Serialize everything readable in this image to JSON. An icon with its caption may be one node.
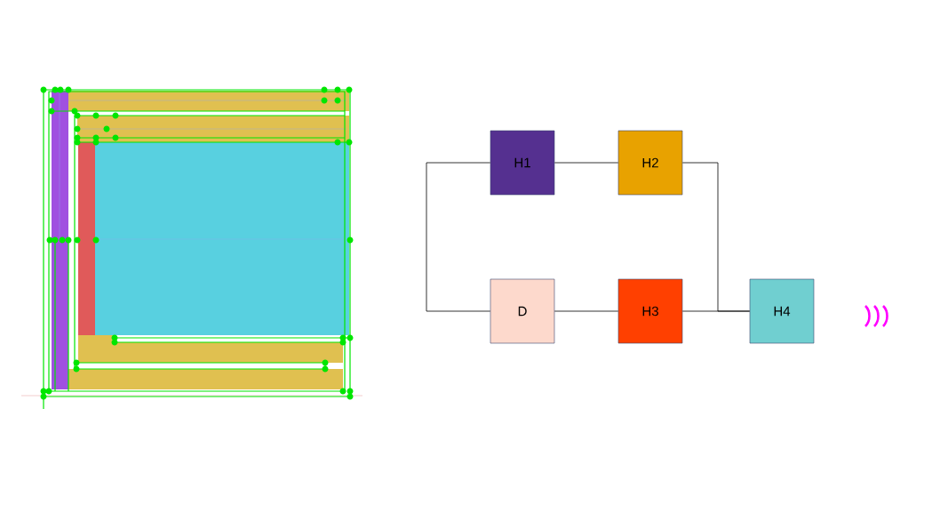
{
  "diagram": {
    "nodes": [
      {
        "text": [
          "H1"
        ]
      },
      {
        "text": [
          "H2"
        ]
      },
      {
        "text": [
          "D"
        ]
      },
      {
        "text": [
          "H3"
        ]
      },
      {
        "text": [
          "H4"
        ]
      }
    ],
    "edges": [
      {
        "from": 0,
        "to": 1,
        "arrow": "none"
      },
      {
        "from": 2,
        "to": 0,
        "arrow": "none"
      },
      {
        "from": 2,
        "to": 3,
        "arrow": "none"
      },
      {
        "from": 3,
        "to": 4,
        "arrow": "none"
      },
      {
        "from": 1,
        "to": 4,
        "arrow": "none"
      }
    ]
  }
}
